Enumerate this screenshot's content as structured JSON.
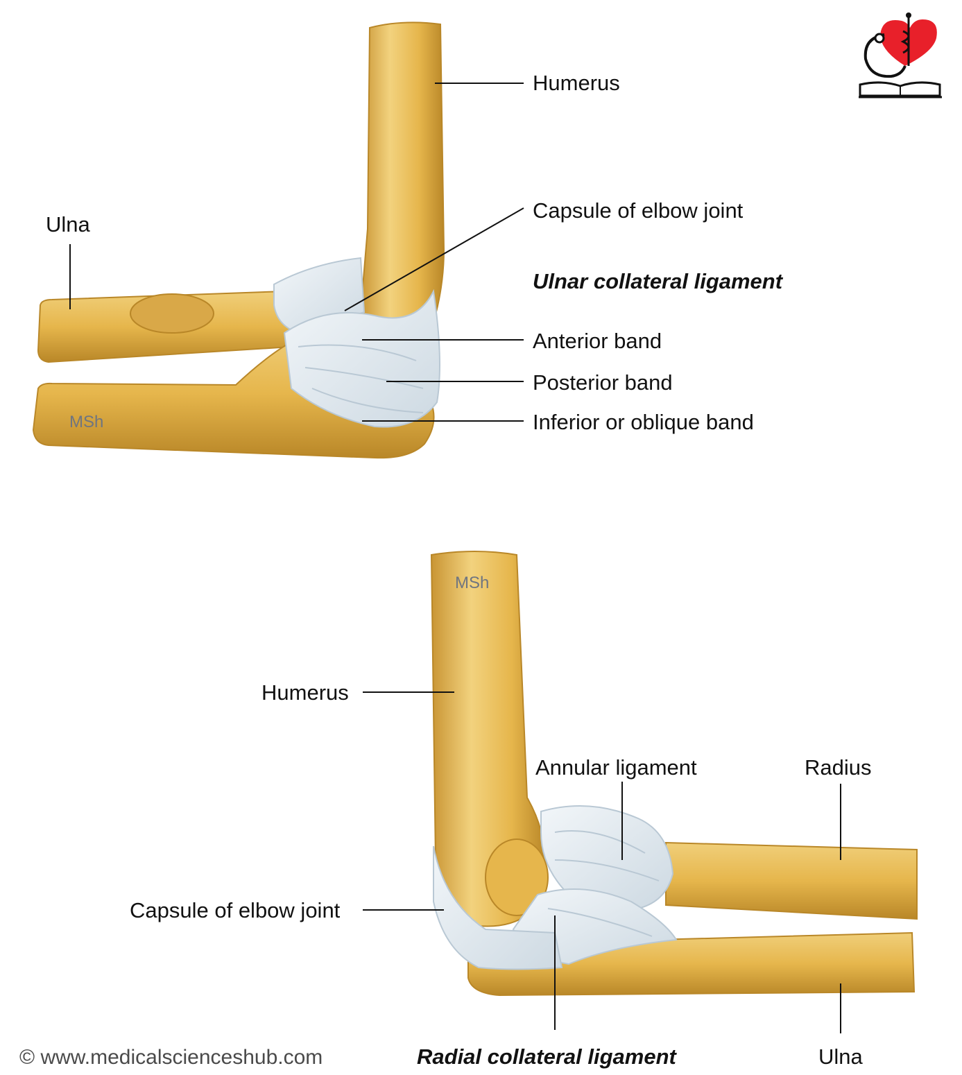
{
  "top_view": {
    "title": "Ulnar collateral ligament",
    "labels": {
      "humerus": "Humerus",
      "capsule": "Capsule of elbow joint",
      "ulna": "Ulna",
      "anterior_band": "Anterior band",
      "posterior_band": "Posterior band",
      "oblique_band": "Inferior or oblique band"
    },
    "watermark": "MSh"
  },
  "bottom_view": {
    "title": "Radial collateral ligament",
    "labels": {
      "humerus": "Humerus",
      "annular": "Annular ligament",
      "radius": "Radius",
      "capsule": "Capsule of elbow joint",
      "ulna": "Ulna"
    },
    "watermark": "MSh"
  },
  "credit": "© www.medicalscienceshub.com",
  "colors": {
    "bone": "#e8b94e",
    "bone_light": "#f4d98a",
    "bone_shadow": "#b98728",
    "ligament": "#dfe8ef",
    "ligament_line": "#b9c8d4",
    "leader": "#111111",
    "logo_red": "#e8202a"
  },
  "logo": {
    "icon": "heart-stethoscope-book-logo"
  }
}
